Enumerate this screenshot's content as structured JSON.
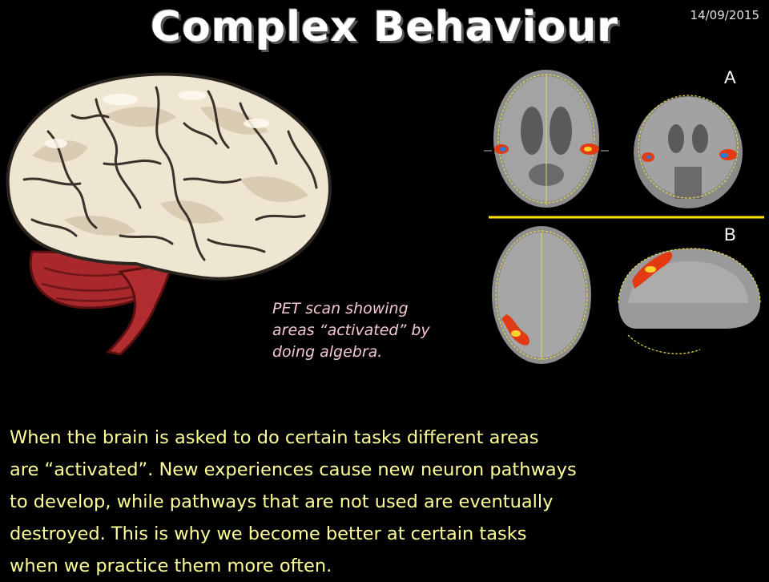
{
  "slide": {
    "title": "Complex Behaviour",
    "date": "14/09/2015"
  },
  "pet_scan": {
    "label_a": "A",
    "label_b": "B"
  },
  "caption": {
    "lines": [
      "PET scan showing",
      "areas “activated” by",
      "doing algebra."
    ]
  },
  "body": {
    "lines": [
      "When the brain is asked to do certain tasks different areas",
      "are “activated”.  New experiences cause new neuron pathways",
      "to develop, while pathways that are not used are eventually",
      "destroyed.  This is why we become better at certain tasks",
      "when we practice them more often."
    ]
  },
  "colors": {
    "background": "#000000",
    "title": "#ffffff",
    "body_text": "#ffff99",
    "caption_text": "#f4c7d0",
    "divider": "#ffe400"
  }
}
